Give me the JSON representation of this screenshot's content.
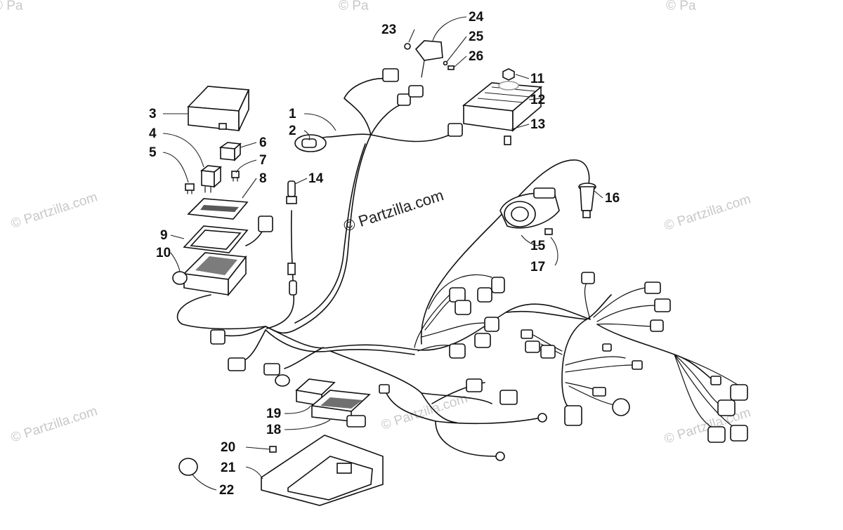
{
  "watermark": {
    "main": "© Partzilla.com",
    "repeat": "© Partzilla.com",
    "edge": "© Pa"
  },
  "callouts": {
    "c1": "1",
    "c2": "2",
    "c3": "3",
    "c4": "4",
    "c5": "5",
    "c6": "6",
    "c7": "7",
    "c8": "8",
    "c9": "9",
    "c10": "10",
    "c11": "11",
    "c12": "12",
    "c13": "13",
    "c14": "14",
    "c15": "15",
    "c16": "16",
    "c17": "17",
    "c18": "18",
    "c19": "19",
    "c20": "20",
    "c21": "21",
    "c22": "22",
    "c23": "23",
    "c24": "24",
    "c25": "25",
    "c26": "26"
  },
  "colors": {
    "ink": "#111111",
    "watermark": "#c8c8c8",
    "background": "#ffffff"
  }
}
